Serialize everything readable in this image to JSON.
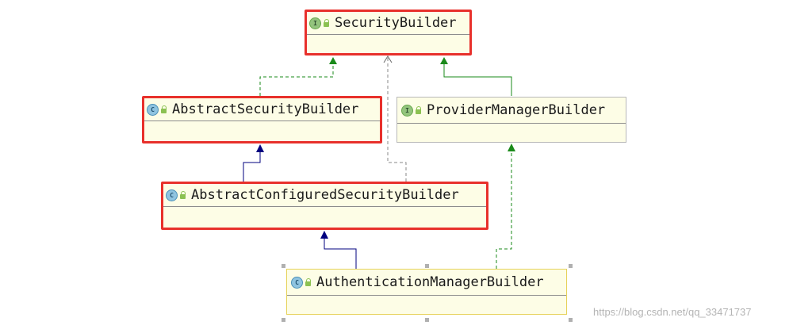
{
  "diagram": {
    "nodes": [
      {
        "id": "security-builder",
        "name": "SecurityBuilder",
        "kind": "interface",
        "kind_letter": "I",
        "highlighted": true
      },
      {
        "id": "abstract-security-builder",
        "name": "AbstractSecurityBuilder",
        "kind": "abstract-class",
        "kind_letter": "C",
        "highlighted": true
      },
      {
        "id": "provider-manager-builder",
        "name": "ProviderManagerBuilder",
        "kind": "interface",
        "kind_letter": "I",
        "highlighted": false
      },
      {
        "id": "abstract-configured-security-builder",
        "name": "AbstractConfiguredSecurityBuilder",
        "kind": "abstract-class",
        "kind_letter": "C",
        "highlighted": true
      },
      {
        "id": "authentication-manager-builder",
        "name": "AuthenticationManagerBuilder",
        "kind": "class",
        "kind_letter": "C",
        "highlighted": false,
        "selected": true
      }
    ],
    "edges": [
      {
        "from": "abstract-security-builder",
        "to": "security-builder",
        "relation": "implements"
      },
      {
        "from": "abstract-configured-security-builder",
        "to": "security-builder",
        "relation": "dependency"
      },
      {
        "from": "provider-manager-builder",
        "to": "security-builder",
        "relation": "extends-interface"
      },
      {
        "from": "abstract-configured-security-builder",
        "to": "abstract-security-builder",
        "relation": "extends"
      },
      {
        "from": "authentication-manager-builder",
        "to": "abstract-configured-security-builder",
        "relation": "extends"
      },
      {
        "from": "authentication-manager-builder",
        "to": "provider-manager-builder",
        "relation": "implements"
      }
    ],
    "colors": {
      "highlight_border": "#e8302b",
      "node_fill": "#fdfde6",
      "implements": "#1a8a1a",
      "extends": "#00007f",
      "dependency": "#888888"
    }
  },
  "watermark": "https://blog.csdn.net/qq_33471737"
}
